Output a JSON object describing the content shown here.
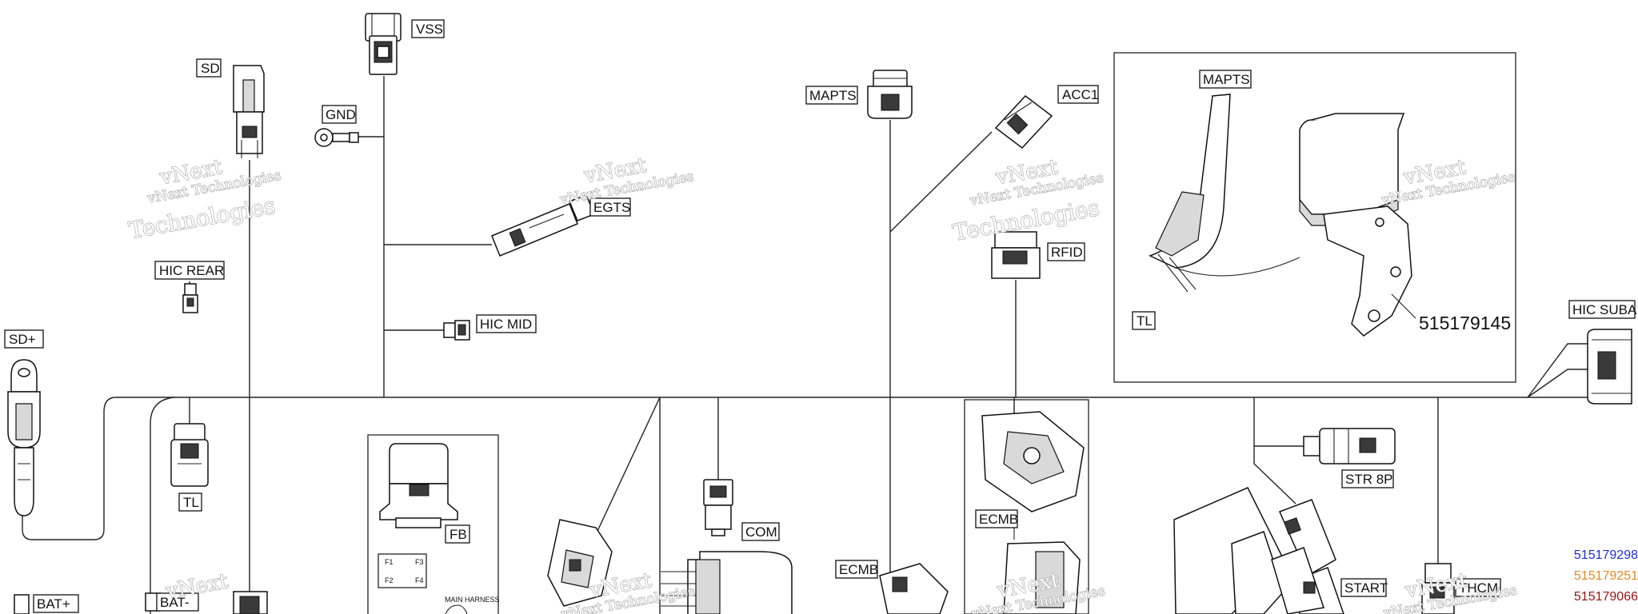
{
  "labels": {
    "vss": "VSS",
    "sd": "SD",
    "gnd": "GND",
    "egts": "EGTS",
    "hic_rear": "HIC REAR",
    "hic_mid": "HIC MID",
    "sd_plus": "SD+",
    "tl_left": "TL",
    "bat_plus": "BAT+",
    "bat_minus": "BAT-",
    "fb": "FB",
    "com": "COM",
    "mapts": "MAPTS",
    "acc1": "ACC1",
    "rfid": "RFID",
    "ecmb_box": "ECMB",
    "ecmb_bottom": "ECMB",
    "inset_mapts": "MAPTS",
    "inset_tl": "TL",
    "hic_suba": "HIC SUBA",
    "str_8p": "STR 8P",
    "start": "START",
    "thcm": "THCM"
  },
  "part_number": "515179145",
  "fuse_labels": [
    "F1",
    "F3",
    "F2",
    "F4"
  ],
  "main_harness": "MAIN HARNESS",
  "watermark": {
    "line1": "vNext",
    "line2": "vNext Technologies",
    "line3": "Technologies"
  },
  "legend_codes": [
    {
      "text": "515179298",
      "color": "#1f2fd6"
    },
    {
      "text": "515179251",
      "color": "#e8891c"
    },
    {
      "text": "515179066",
      "color": "#9a1212"
    }
  ]
}
